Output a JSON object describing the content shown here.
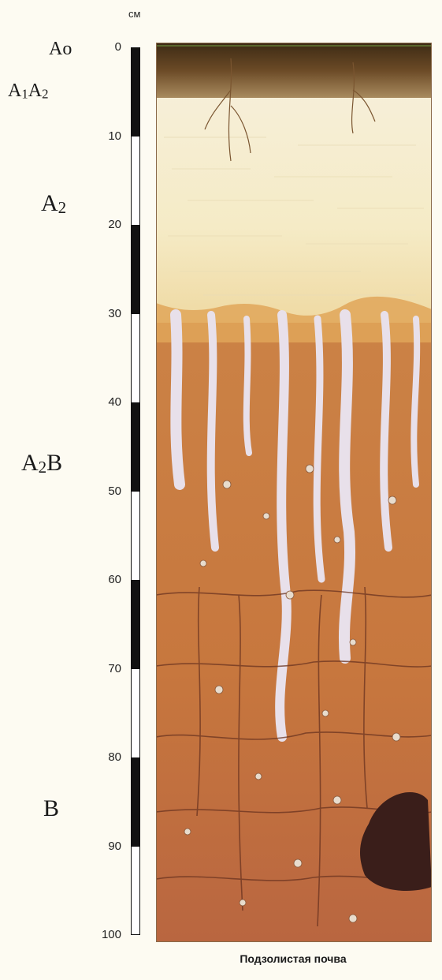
{
  "unit": "см",
  "scale": {
    "min": 0,
    "max": 100,
    "ticks": [
      0,
      10,
      20,
      30,
      40,
      50,
      60,
      70,
      80,
      90,
      100
    ]
  },
  "horizons": {
    "ao": {
      "base": "A",
      "sub": "o"
    },
    "a1a2": {
      "base1": "A",
      "sub1": "1",
      "base2": "A",
      "sub2": "2"
    },
    "a2": {
      "base": "A",
      "sub": "2"
    },
    "a2b": {
      "base": "A",
      "sub": "2",
      "suffix": "B"
    },
    "b": {
      "base": "B"
    }
  },
  "caption": "Подзолистая почва",
  "colors": {
    "background": "#fdfbf2",
    "humus": "#5a3b1e",
    "bleached": "#f5eccc",
    "illuvial": "#c97a3e",
    "deep": "#b35e33",
    "tongues": "#e7dfe6",
    "mottle": "#3a1e1a"
  }
}
